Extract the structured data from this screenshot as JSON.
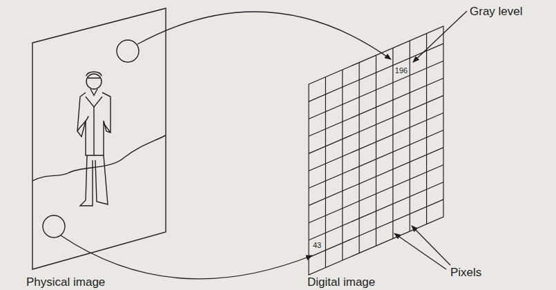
{
  "diagram": {
    "labels": [
      "Gray level",
      "196",
      "43",
      "Pixels",
      "Physical image",
      "Digital image"
    ]
  }
}
